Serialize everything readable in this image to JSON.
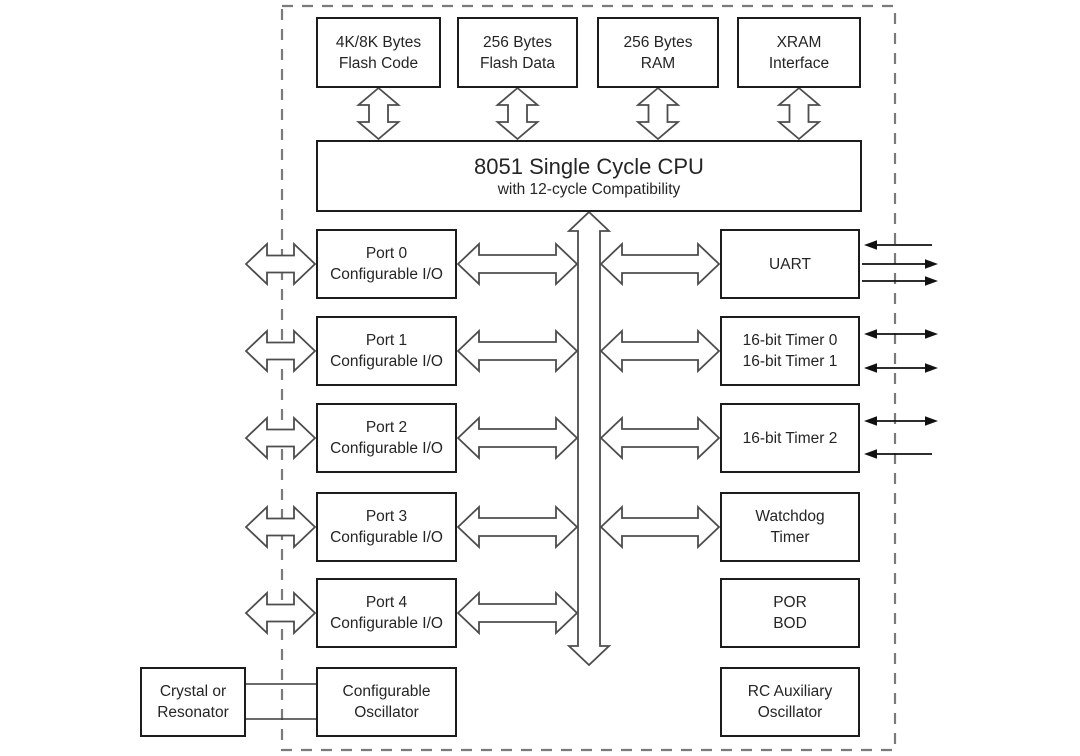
{
  "chip": {
    "memory": [
      {
        "line1": "4K/8K Bytes",
        "line2": "Flash Code"
      },
      {
        "line1": "256 Bytes",
        "line2": "Flash Data"
      },
      {
        "line1": "256 Bytes",
        "line2": "RAM"
      },
      {
        "line1": "XRAM",
        "line2": "Interface"
      }
    ],
    "cpu": {
      "title": "8051 Single Cycle CPU",
      "subtitle": "with 12-cycle Compatibility"
    },
    "ports": [
      {
        "line1": "Port 0",
        "line2": "Configurable I/O"
      },
      {
        "line1": "Port 1",
        "line2": "Configurable I/O"
      },
      {
        "line1": "Port 2",
        "line2": "Configurable I/O"
      },
      {
        "line1": "Port 3",
        "line2": "Configurable I/O"
      },
      {
        "line1": "Port 4",
        "line2": "Configurable I/O"
      }
    ],
    "peripherals": {
      "uart": {
        "label": "UART"
      },
      "timers01": {
        "line1": "16-bit Timer 0",
        "line2": "16-bit Timer 1"
      },
      "timer2": {
        "label": "16-bit Timer 2"
      },
      "watchdog": {
        "line1": "Watchdog",
        "line2": "Timer"
      },
      "por_bod": {
        "line1": "POR",
        "line2": "BOD"
      },
      "rc_osc": {
        "line1": "RC Auxiliary",
        "line2": "Oscillator"
      }
    },
    "oscillator": {
      "line1": "Configurable",
      "line2": "Oscillator"
    }
  },
  "external": {
    "crystal": {
      "line1": "Crystal or",
      "line2": "Resonator"
    }
  },
  "colors": {
    "background": "#ffffff",
    "box_border": "#1c1c1c",
    "text": "#252525",
    "bus_arrow_stroke": "#4d4d4d",
    "thin_arrow": "#111111",
    "chip_boundary_dash": "#7a7a7a"
  }
}
